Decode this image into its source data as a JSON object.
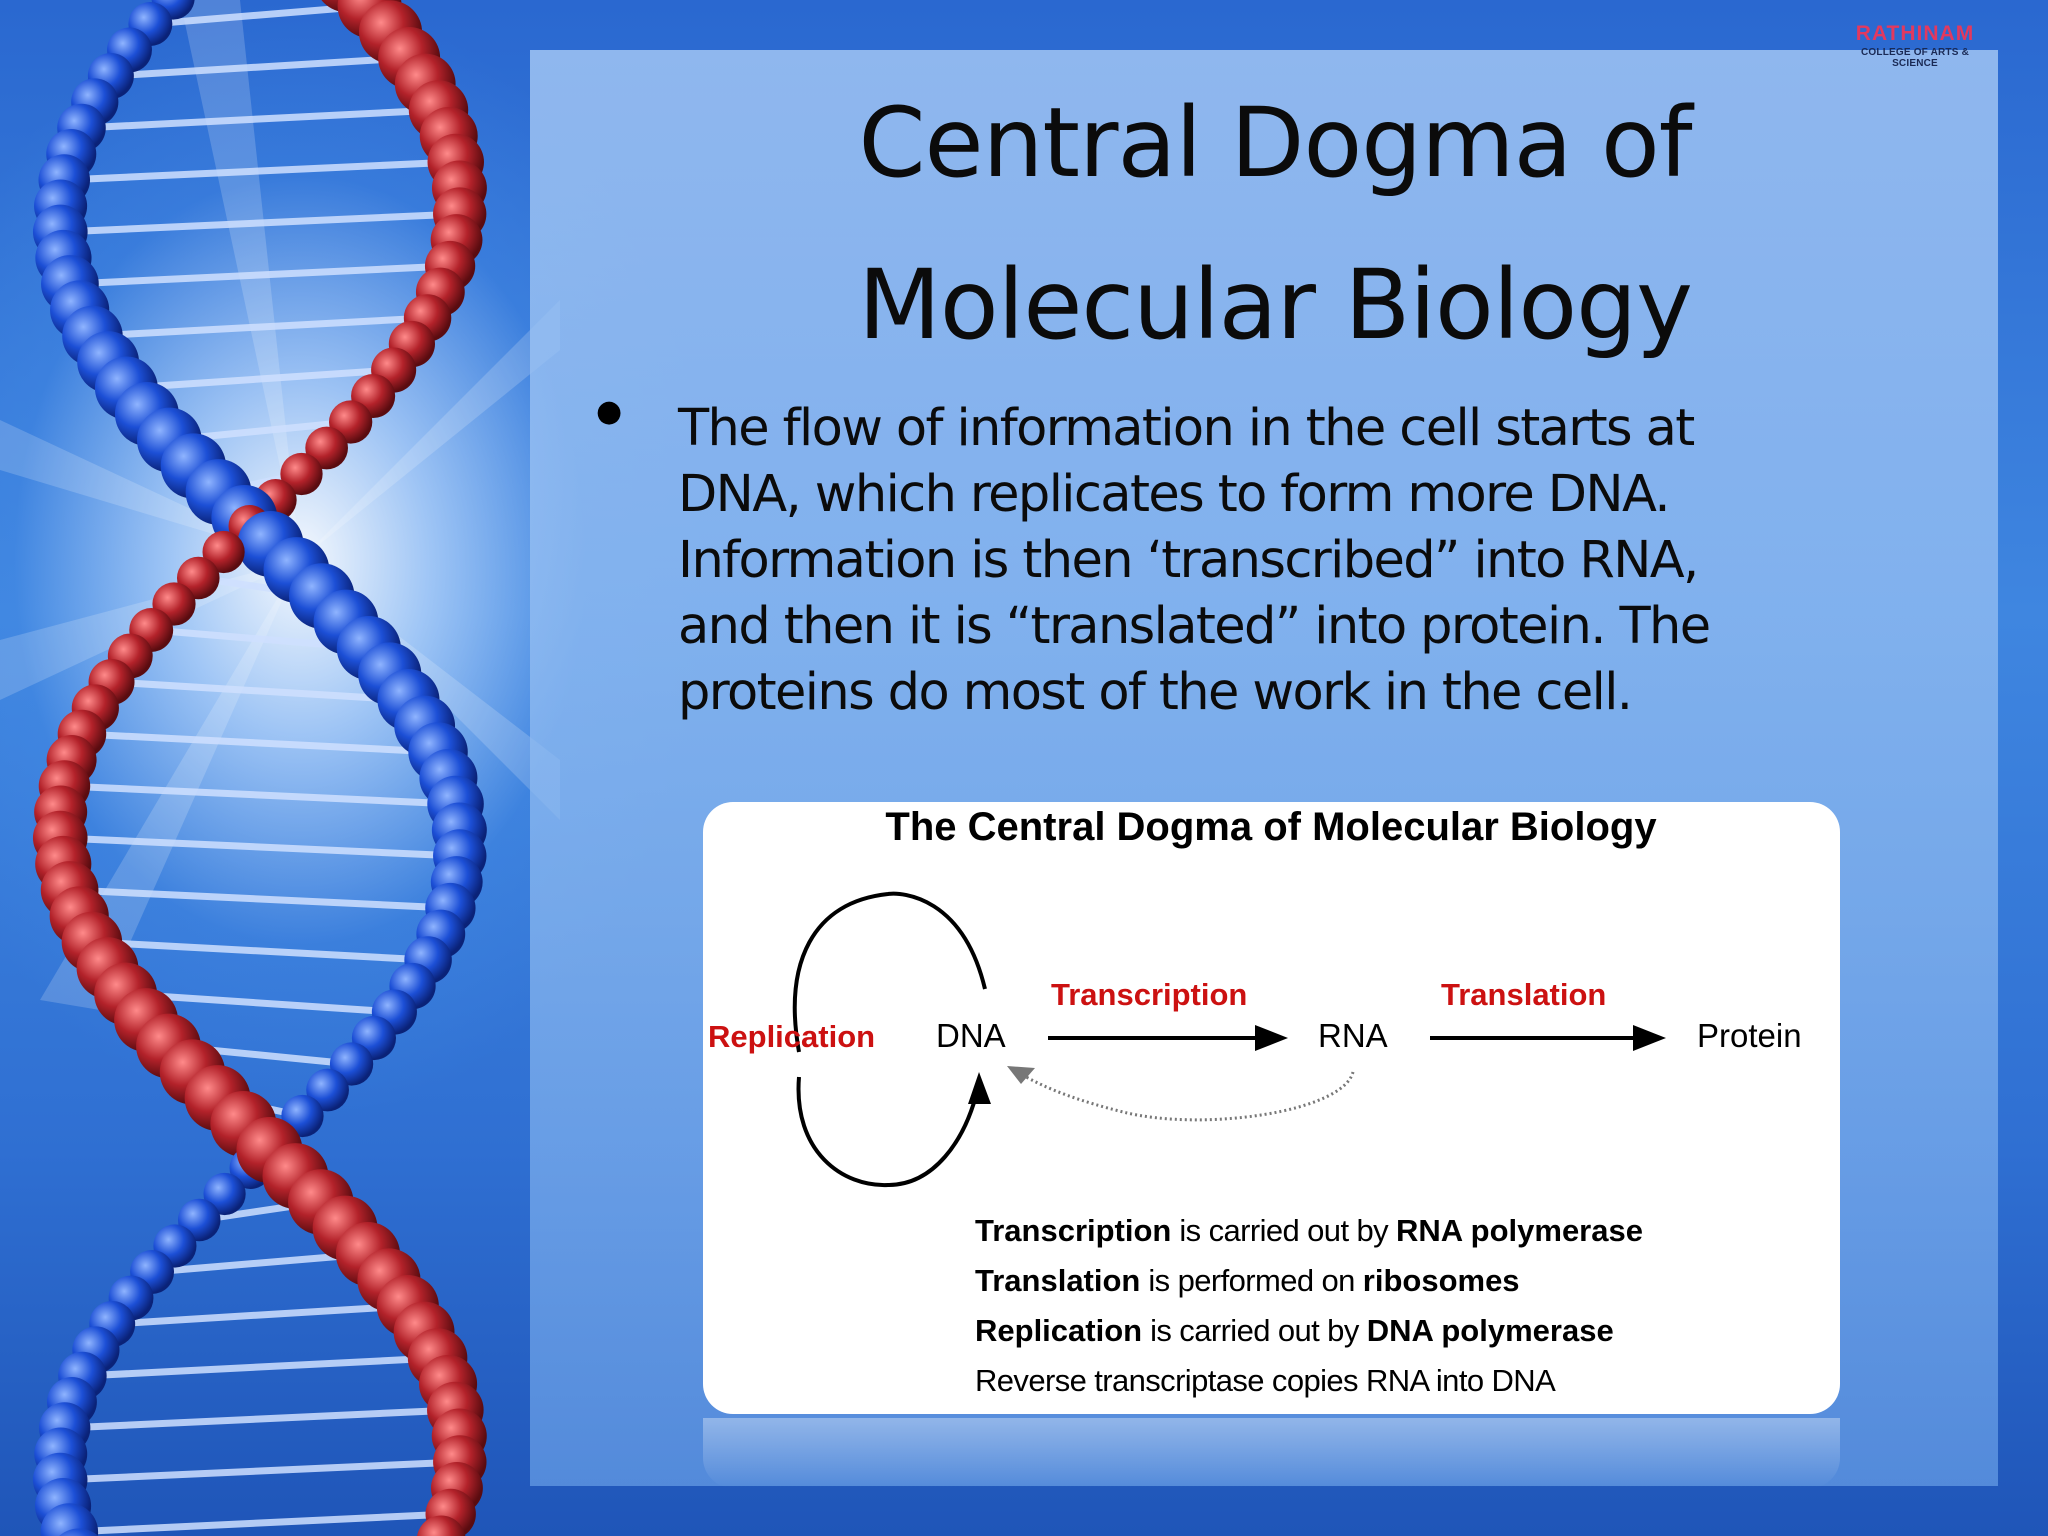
{
  "logo": {
    "name": "RATHINAM",
    "subtitle": "COLLEGE OF ARTS & SCIENCE"
  },
  "slide": {
    "title_line1": "Central Dogma of",
    "title_line2": "Molecular Biology",
    "bullet_lines": [
      "The flow of information in the cell starts at",
      "DNA, which replicates to form more DNA.",
      "Information is then ‘transcribed” into RNA,",
      "and then it is “translated” into protein.  The",
      "proteins do most of the work in the cell."
    ]
  },
  "figure": {
    "title": "The Central Dogma of Molecular Biology",
    "nodes": {
      "dna": "DNA",
      "rna": "RNA",
      "protein": "Protein"
    },
    "processes": {
      "replication": "Replication",
      "transcription": "Transcription",
      "translation": "Translation"
    },
    "notes": [
      {
        "bold1": "Transcription",
        "text": " is carried out by ",
        "bold2": "RNA polymerase"
      },
      {
        "bold1": "Translation",
        "text": " is performed on ",
        "bold2": "ribosomes"
      },
      {
        "bold1": "Replication",
        "text": " is carried out by ",
        "bold2": "DNA polymerase"
      },
      {
        "plain": "Reverse transcriptase copies RNA into DNA"
      }
    ]
  },
  "colors": {
    "process_label": "#cc1111",
    "strand_red": "#b3222a",
    "strand_blue": "#1c4fd6"
  }
}
